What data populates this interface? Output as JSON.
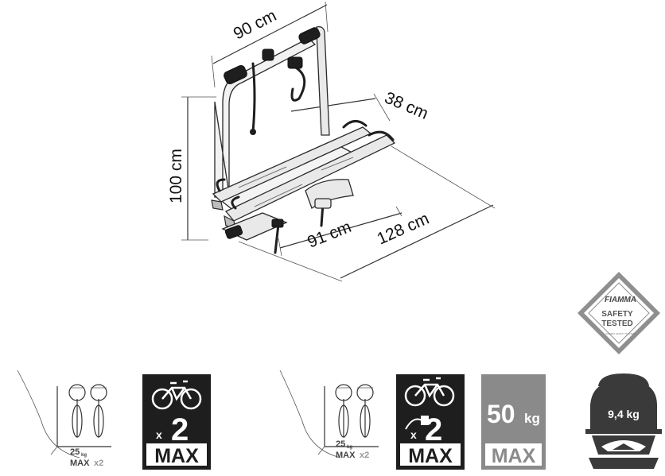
{
  "dimensions": {
    "width": "90 cm",
    "depth": "38 cm",
    "height": "100 cm",
    "inner_length": "91 cm",
    "total_length": "128 cm"
  },
  "safety_badge": {
    "brand": "FIAMMA",
    "line1": "SAFETY",
    "line2": "TESTED",
    "fine_print": "FIAMMA SAFETY SYSTEM"
  },
  "capacity_icons": [
    {
      "id": "load-per-bike-1",
      "weight": "25",
      "unit": "kg",
      "max": "MAX",
      "multiplier": "x2"
    },
    {
      "id": "max-bikes-1",
      "multiplier": "x",
      "count": "2",
      "max": "MAX",
      "color": "#1e1e1e"
    },
    {
      "id": "load-per-bike-2",
      "weight": "25",
      "unit": "kg",
      "max": "MAX",
      "multiplier": "x2"
    },
    {
      "id": "max-ebikes-2",
      "multiplier": "x",
      "count": "2",
      "max": "MAX",
      "color": "#1e1e1e"
    },
    {
      "id": "max-load",
      "value": "50",
      "unit": "kg",
      "max": "MAX",
      "color": "#8a8a8a"
    },
    {
      "id": "product-weight",
      "value": "9,4 kg"
    }
  ],
  "colors": {
    "dark_badge": "#1e1e1e",
    "grey_badge": "#8a8a8a",
    "line": "#333333"
  }
}
